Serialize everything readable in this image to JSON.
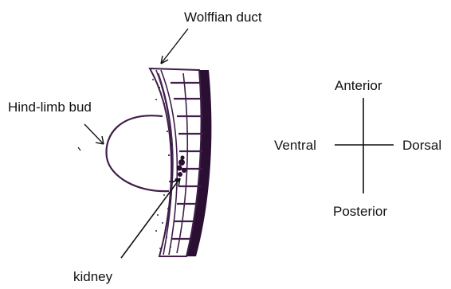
{
  "labels": {
    "wolffian_duct": "Wolffian duct",
    "hind_limb_bud": "Hind-limb bud",
    "kidney": "kidney"
  },
  "compass": {
    "anterior": "Anterior",
    "posterior": "Posterior",
    "ventral": "Ventral",
    "dorsal": "Dorsal"
  },
  "colors": {
    "embryo_outline": "#3f1e4a",
    "embryo_fill_dark": "#2a0f33",
    "text": "#111111",
    "leader_lines": "#111111"
  }
}
